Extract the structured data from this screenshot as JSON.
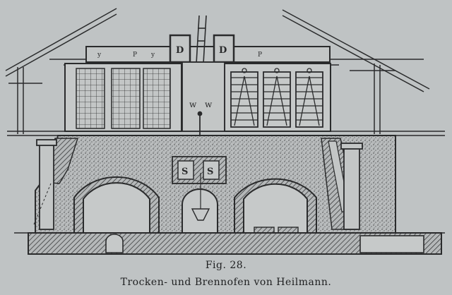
{
  "labels": {
    "upper_chamber_marks": [
      "y",
      "P",
      "y",
      "P"
    ],
    "damper_left": "D",
    "damper_right": "D",
    "flue_left": "w",
    "flue_right": "w",
    "fire_holes": [
      "S",
      "S"
    ]
  },
  "caption": {
    "figure_number": "Fig. 28.",
    "title": "Trocken- und Brennofen von Heilmann."
  },
  "colors": {
    "paper": "#bfc3c4",
    "ink": "#2a2b2c",
    "masonry_fill": "#9a9c9c"
  }
}
